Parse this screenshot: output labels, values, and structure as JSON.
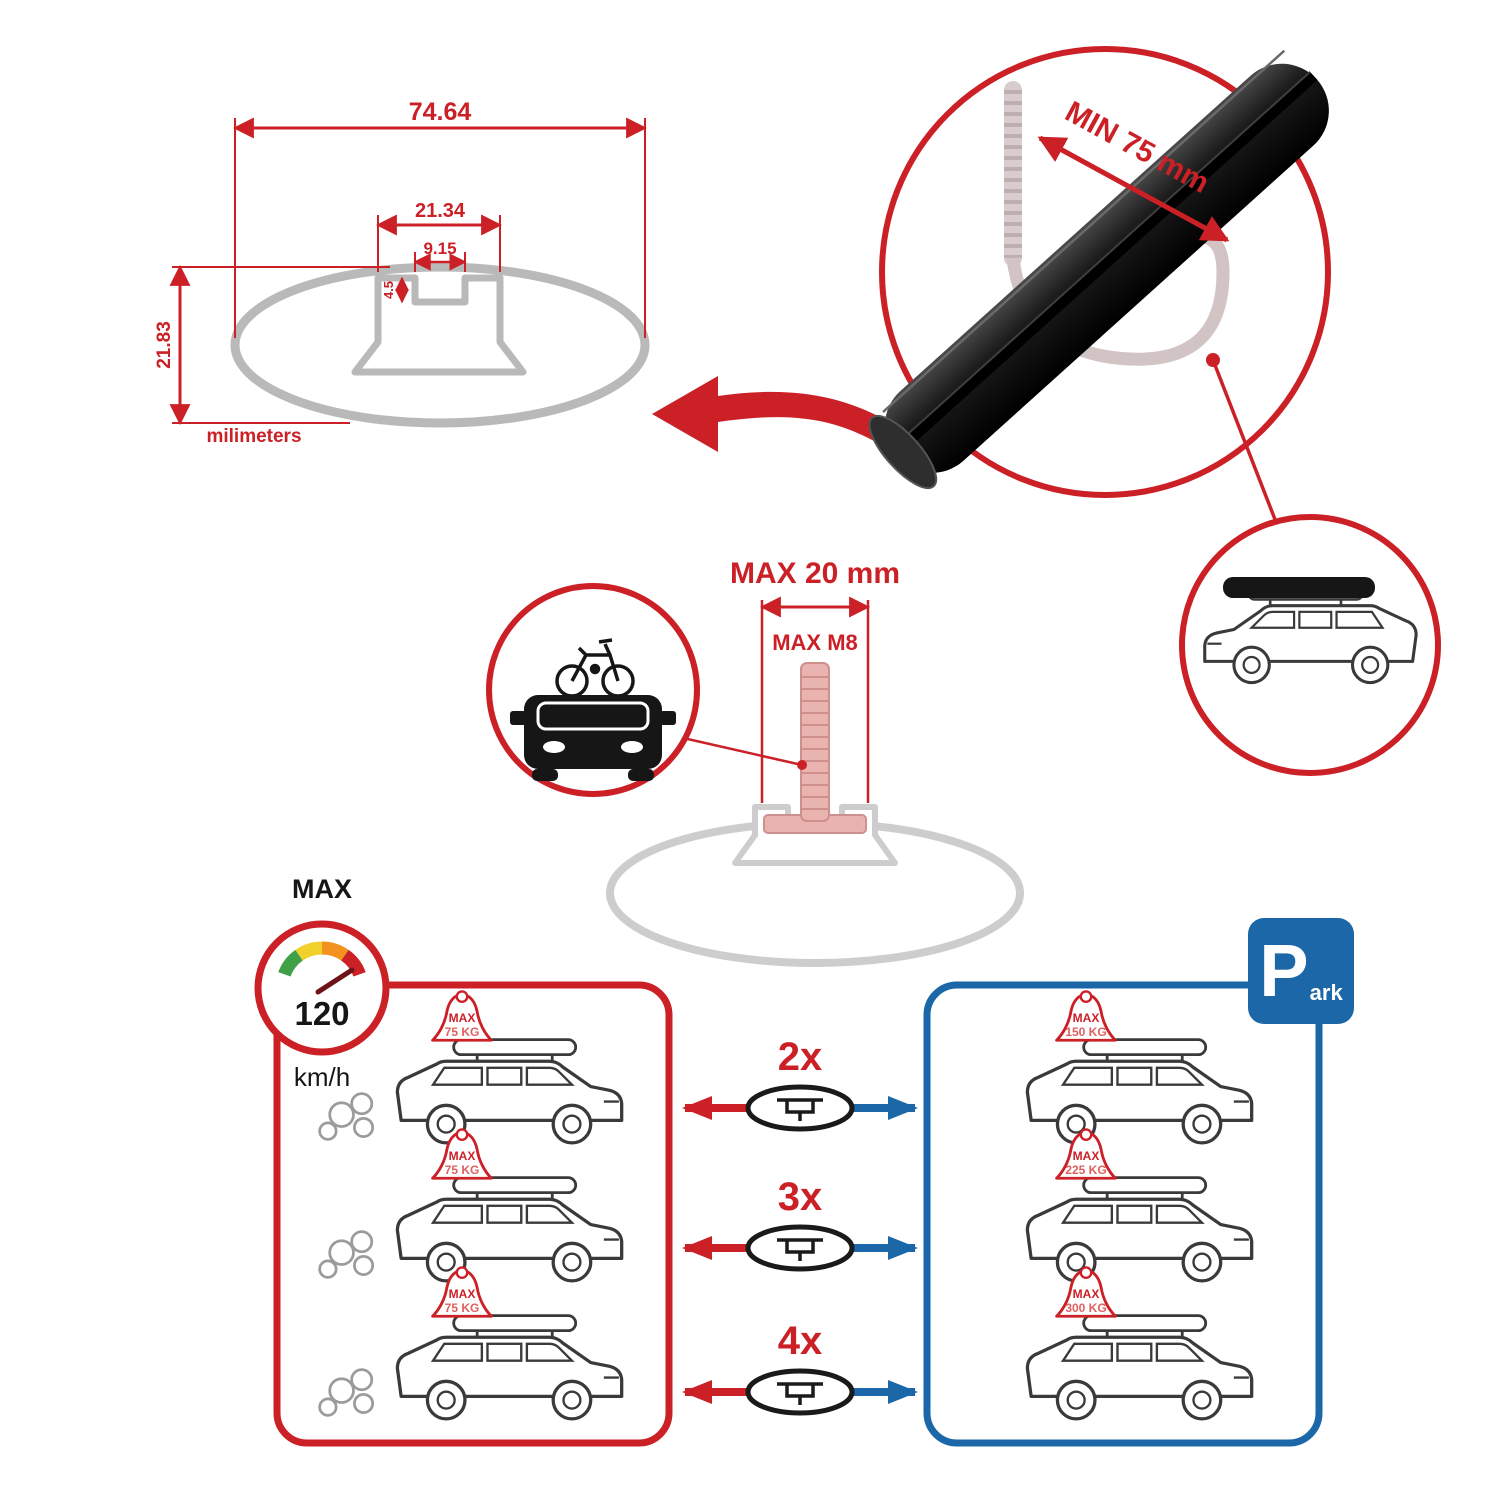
{
  "colors": {
    "accent_red": "#cc2027",
    "accent_blue": "#1b67a8",
    "profile_gray": "#b9b9b9",
    "bar_black": "#111111"
  },
  "profile_diagram": {
    "outer_width": "74.64",
    "channel_width": "21.34",
    "slot_width": "9.15",
    "lip_depth": "4.5",
    "profile_height": "21.83",
    "units_label": "milimeters"
  },
  "bar_inset": {
    "min_span_label": "MIN 75 mm"
  },
  "bolt_diagram": {
    "max_width_label": "MAX 20 mm",
    "max_thread_label": "MAX M8"
  },
  "speed_limit": {
    "title": "MAX",
    "value": "120",
    "units": "km/h"
  },
  "driving_panel": {
    "cars": [
      {
        "load_label": "MAX",
        "load_value": "75 KG"
      },
      {
        "load_label": "MAX",
        "load_value": "75 KG"
      },
      {
        "load_label": "MAX",
        "load_value": "75 KG"
      }
    ]
  },
  "bar_counts": [
    {
      "label": "2x"
    },
    {
      "label": "3x"
    },
    {
      "label": "4x"
    }
  ],
  "parking_panel": {
    "sign_letter": "P",
    "sign_suffix": "ark",
    "cars": [
      {
        "load_label": "MAX",
        "load_value": "150 KG"
      },
      {
        "load_label": "MAX",
        "load_value": "225 KG"
      },
      {
        "load_label": "MAX",
        "load_value": "300 KG"
      }
    ]
  }
}
